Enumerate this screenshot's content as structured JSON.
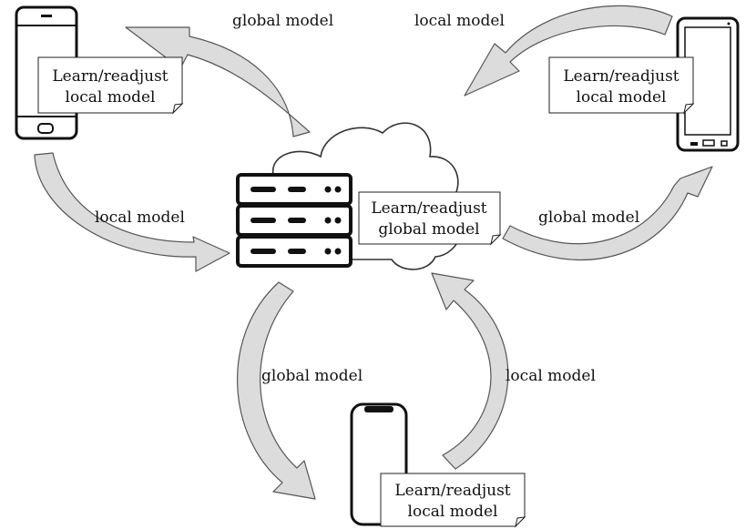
{
  "diagram": {
    "server_note": {
      "line1": "Learn/readjust",
      "line2": "global model"
    },
    "device_notes": [
      {
        "line1": "Learn/readjust",
        "line2": "local model"
      },
      {
        "line1": "Learn/readjust",
        "line2": "local model"
      },
      {
        "line1": "Learn/readjust",
        "line2": "local model"
      }
    ],
    "labels": {
      "top_left_global": "global model",
      "top_right_local": "local model",
      "left_local": "local model",
      "right_global": "global model",
      "bottom_global": "global model",
      "bottom_local": "local model"
    },
    "colors": {
      "arrow_fill": "#dcdcdc",
      "stroke": "#111111"
    },
    "icons": [
      "cloud-icon",
      "server-icon",
      "phone-icon",
      "smartphone-icon"
    ]
  }
}
